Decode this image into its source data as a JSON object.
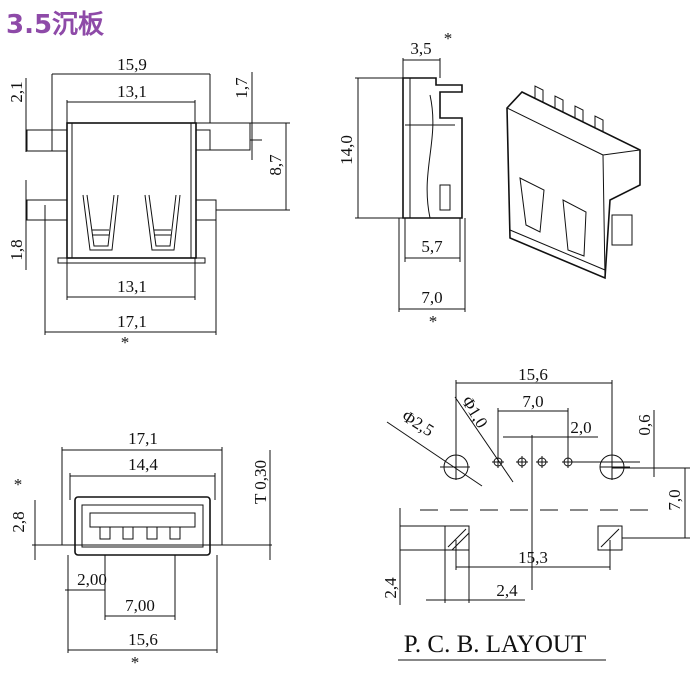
{
  "title": "3.5沉板",
  "colors": {
    "title": "#8e4aa8",
    "line": "#111111"
  },
  "front_view": {
    "d_top_outer": "15,9",
    "d_top_inner": "13,1",
    "d_bottom_inner": "13,1",
    "d_bottom_outer": "17,1",
    "d_left_top": "2,1",
    "d_left_bottom": "1,8",
    "d_right_top": "1,7",
    "d_right_height": "8,7",
    "mark": "*"
  },
  "side_view": {
    "d_top": "3,5",
    "d_height": "14,0",
    "d_bottom_inner": "5,7",
    "d_bottom_outer": "7,0",
    "mark": "*"
  },
  "end_view": {
    "d_top_outer": "17,1",
    "d_top_inner": "14,4",
    "d_left": "2,8",
    "d_thickness": "T 0,30",
    "d_pin_edge": "2,00",
    "d_pins": "7,00",
    "d_bottom": "15,6",
    "mark": "*"
  },
  "pcb_layout": {
    "d_outer": "15,6",
    "d_pins": "7,0",
    "d_pitch": "2,0",
    "d_hole_small": "Φ1,0",
    "d_hole_large": "Φ2,5",
    "d_offset": "0,6",
    "d_depth": "7,0",
    "d_pad_span": "15,3",
    "d_pad_w": "2,4",
    "d_pad_h": "2,4",
    "caption": "P. C. B. LAYOUT"
  }
}
